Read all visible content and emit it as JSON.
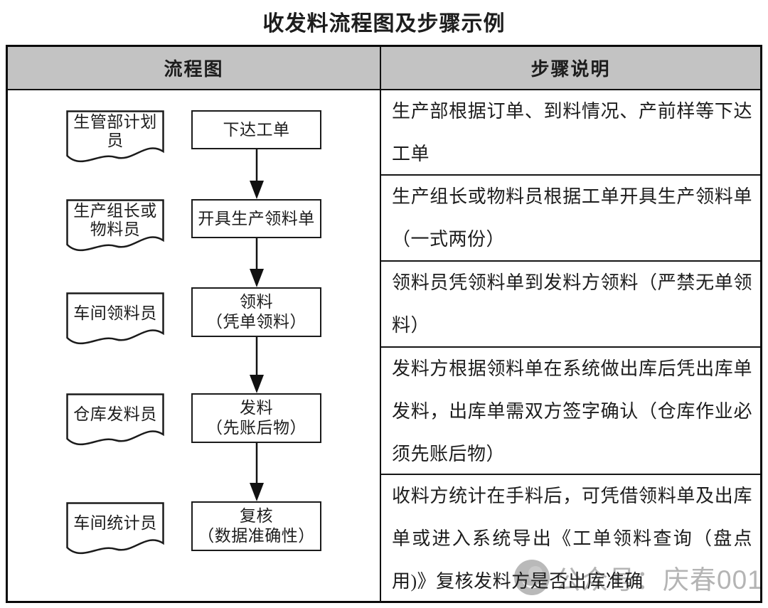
{
  "title": "收发料流程图及步骤示例",
  "table": {
    "headers": {
      "flowchart": "流程图",
      "steps": "步骤说明"
    }
  },
  "flowchart": {
    "roles": [
      "生管部计划\n员",
      "生产组长或\n物料员",
      "车间领料员",
      "仓库发料员",
      "车间统计员"
    ],
    "processes": [
      "下达工单",
      "开具生产领料单",
      "领料\n（凭单领料）",
      "发料\n（先账后物）",
      "复核\n（数据准确性）"
    ]
  },
  "steps": [
    "生产部根据订单、到料情况、产前样等下达工单",
    "生产组长或物料员根据工单开具生产领料单（一式两份）",
    "领料员凭领料单到发料方领料（严禁无单领料）",
    "发料方根据领料单在系统做出库后凭出库单发料，出库单需双方签字确认（仓库作业必须先账后物）",
    "收料方统计在手料后，可凭借领料单及出库单或进入系统导出《工单领料查询（盘点用)》复核发料方是否出库准确"
  ],
  "watermark": {
    "icon": "wechat-official-account-icon",
    "text": "公众号：庆春001"
  },
  "colors": {
    "header_bg": "#c3c3c3",
    "border": "#0a0a0a",
    "text": "#1d1d1d",
    "watermark": "#b4b4b4",
    "shape_fill": "#ffffff"
  }
}
